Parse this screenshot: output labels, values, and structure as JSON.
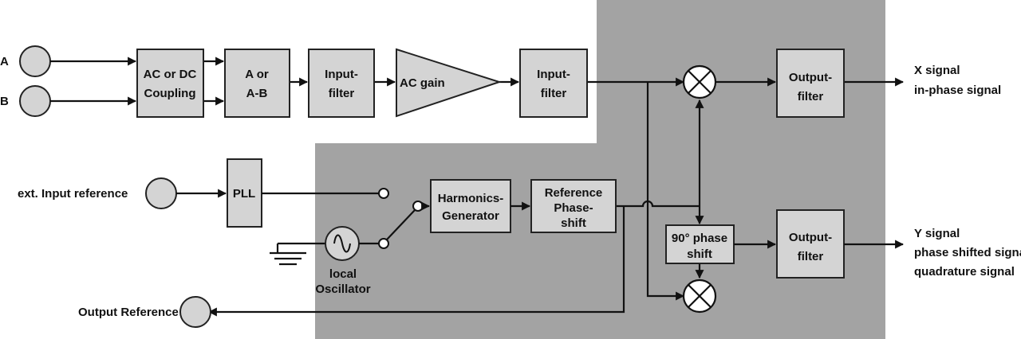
{
  "colors": {
    "shaded_region": "#a3a3a3",
    "block_fill": "#d4d4d4",
    "line": "#111111"
  },
  "inputs": {
    "a": "A",
    "b": "B",
    "ext_ref": "ext. Input reference",
    "output_ref": "Output Reference"
  },
  "blocks": {
    "coupling": [
      "AC or DC",
      "Coupling"
    ],
    "a_or_ab": [
      "A or",
      "A-B"
    ],
    "input_filter_1": [
      "Input-",
      "filter"
    ],
    "ac_gain": "AC gain",
    "input_filter_2": [
      "Input-",
      "filter"
    ],
    "output_filter_x": [
      "Output-",
      "filter"
    ],
    "pll": "PLL",
    "harmonics": [
      "Harmonics-",
      "Generator"
    ],
    "ref_phase": [
      "Reference",
      "Phase-",
      "shift"
    ],
    "phase90": [
      "90° phase",
      "shift"
    ],
    "output_filter_y": [
      "Output-",
      "filter"
    ],
    "local_osc": [
      "local",
      "Oscillator"
    ]
  },
  "outputs": {
    "x": [
      "X signal",
      "in-phase signal"
    ],
    "y": [
      "Y signal",
      "phase shifted signal",
      "quadrature signal"
    ]
  }
}
